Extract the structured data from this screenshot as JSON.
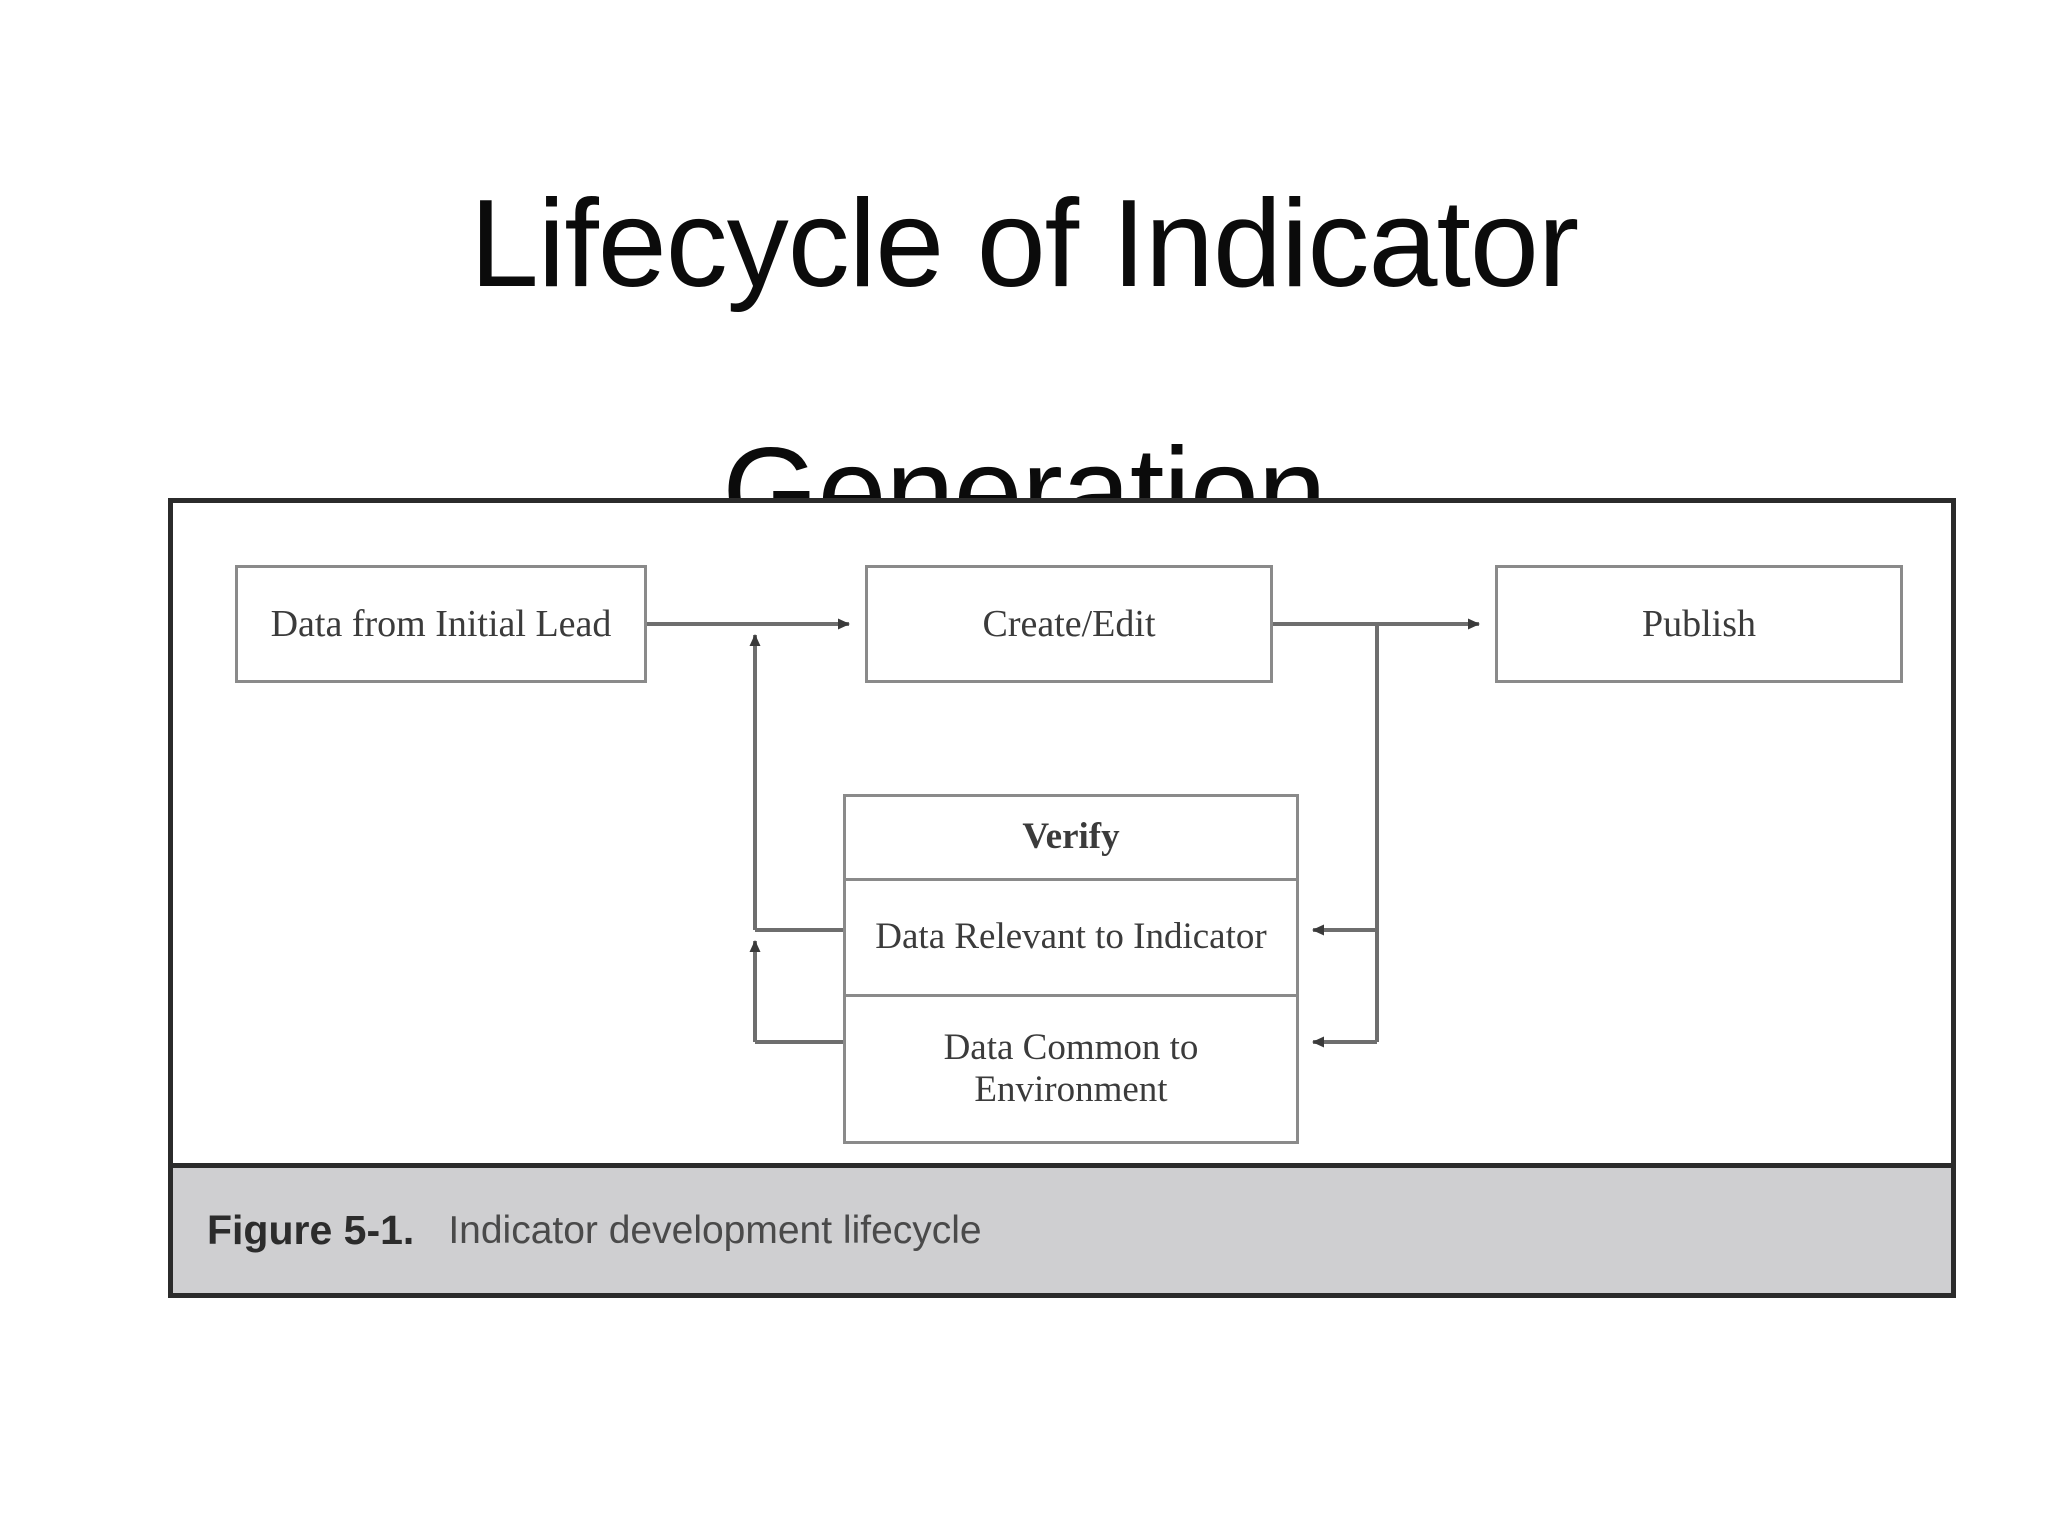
{
  "slide": {
    "title_line_1": "Lifecycle of Indicator",
    "title_line_2": "Generation"
  },
  "figure": {
    "caption_number": "Figure 5-1.",
    "caption_text": "Indicator development lifecycle",
    "caption_band_color": "#cfcfd1",
    "frame_border_color": "#2b2b2b",
    "node_border_color": "#8a8a8a",
    "connector_color": "#6e6e6e",
    "arrowhead_color": "#3a3a3a"
  },
  "diagram": {
    "type": "flowchart",
    "nodes": [
      {
        "id": "initial-lead",
        "label": "Data from Initial Lead"
      },
      {
        "id": "create-edit",
        "label": "Create/Edit"
      },
      {
        "id": "publish",
        "label": "Publish"
      },
      {
        "id": "verify",
        "label": "Verify"
      },
      {
        "id": "data-relevant",
        "label": "Data Relevant to Indicator"
      },
      {
        "id": "data-common",
        "label": "Data Common to Environment"
      }
    ],
    "edges": [
      {
        "from": "initial-lead",
        "to": "create-edit",
        "direction": "right"
      },
      {
        "from": "create-edit",
        "to": "publish",
        "direction": "right"
      },
      {
        "from": "create-edit",
        "to": "data-relevant",
        "direction": "down-left"
      },
      {
        "from": "create-edit",
        "to": "data-common",
        "direction": "down-left"
      },
      {
        "from": "data-relevant",
        "to": "create-edit",
        "direction": "left-up"
      },
      {
        "from": "data-common",
        "to": "create-edit",
        "direction": "left-up"
      }
    ]
  }
}
